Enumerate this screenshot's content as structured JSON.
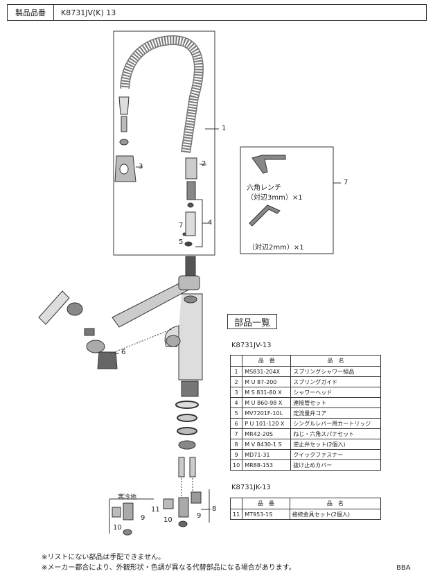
{
  "header": {
    "key_label": "製品品番",
    "model_value": "K8731JV(K)  13"
  },
  "callouts": {
    "c1": "1",
    "c2": "2",
    "c3": "3",
    "c4": "4",
    "c5": "5",
    "c6": "6",
    "c7": "7",
    "c7b": "7",
    "c8": "8",
    "c9a": "9",
    "c9b": "9",
    "c10a": "10",
    "c10b": "10",
    "c11": "11"
  },
  "wrench_box": {
    "line1": "六角レンチ",
    "line2": "（対辺3mm）×1",
    "line3": "（対辺2mm）×1"
  },
  "cold_region": "寒冷地",
  "parts_list_title": "部品一覧",
  "table1": {
    "model": "K8731JV-13",
    "head_part_no": "品　番",
    "head_name": "品　名",
    "rows": [
      {
        "no": "1",
        "part": "MS831-204X",
        "name": "スプリングシャワー組品"
      },
      {
        "no": "2",
        "part": "M U 87-200",
        "name": "スプリングガイド"
      },
      {
        "no": "3",
        "part": "M S 831-80 X",
        "name": "シャワーヘッド"
      },
      {
        "no": "4",
        "part": "M U 860-98 X",
        "name": "連接管セット"
      },
      {
        "no": "5",
        "part": "MV7201F-10L",
        "name": "定流量弁コア"
      },
      {
        "no": "6",
        "part": "P U 101-120 X",
        "name": "シングルレバー用カートリッジ"
      },
      {
        "no": "7",
        "part": "MR42-20S",
        "name": "ねじ・六角スパナセット"
      },
      {
        "no": "8",
        "part": "M V 8430-1 S",
        "name": "逆止弁セット(2個入)"
      },
      {
        "no": "9",
        "part": "MD71-31",
        "name": "クイックファスナー"
      },
      {
        "no": "10",
        "part": "MR88-153",
        "name": "抜け止めカバー"
      }
    ]
  },
  "table2": {
    "model": "K8731JK-13",
    "head_part_no": "品　番",
    "head_name": "品　名",
    "rows": [
      {
        "no": "11",
        "part": "MT953-1S",
        "name": "接続金具セット(2個入)"
      }
    ]
  },
  "notes": {
    "line1": "※リストにない部品は手配できません。",
    "line2": "※メーカー都合により、外観形状・色調が異なる代替部品になる場合があります。"
  },
  "footer_code": "BBA"
}
